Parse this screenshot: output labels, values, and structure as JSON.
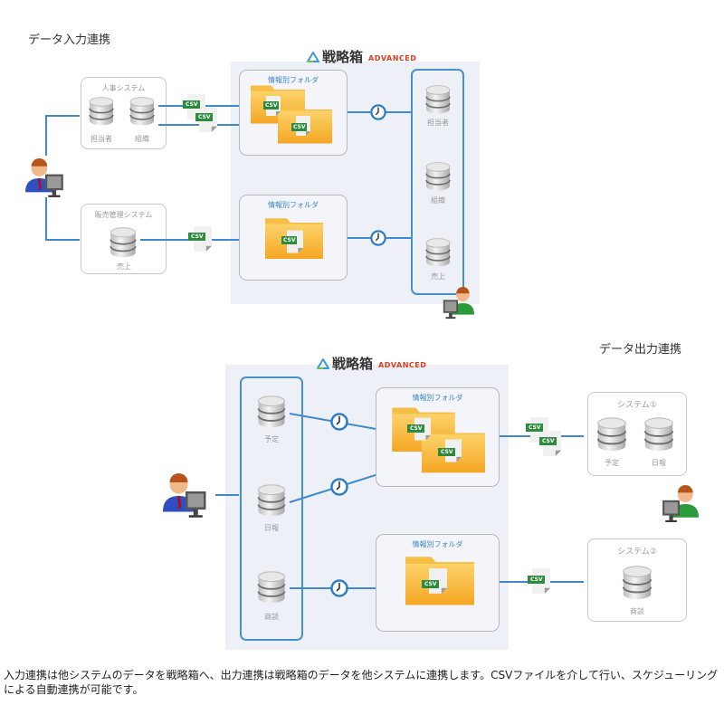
{
  "input_section": {
    "title": "データ入力連携",
    "logo": {
      "name": "戦略箱",
      "edition": "ADVANCED"
    },
    "hr_system": {
      "title": "人事システム",
      "databases": [
        "担当者",
        "組織"
      ]
    },
    "sales_system": {
      "title": "販売管理システム",
      "databases": [
        "売上"
      ]
    },
    "folders": [
      {
        "title": "情報別フォルダ"
      },
      {
        "title": "情報別フォルダ"
      }
    ],
    "target_databases": [
      "担当者",
      "組織",
      "売上"
    ],
    "file_label": "CSV"
  },
  "output_section": {
    "title": "データ出力連携",
    "logo": {
      "name": "戦略箱",
      "edition": "ADVANCED"
    },
    "source_databases": [
      "予定",
      "日報",
      "商談"
    ],
    "folders": [
      {
        "title": "情報別フォルダ"
      },
      {
        "title": "情報別フォルダ"
      }
    ],
    "system1": {
      "title": "システム①",
      "databases": [
        "予定",
        "日報"
      ]
    },
    "system2": {
      "title": "システム②",
      "databases": [
        "商談"
      ]
    },
    "file_label": "CSV"
  },
  "description": "入力連携は他システムのデータを戦略箱へ、出力連携は戦略箱のデータを他システムに連携します。CSVファイルを介して行い、スケジューリングによる自動連携が可能です。",
  "colors": {
    "accent_line": "#3f89cf",
    "folder": "#f8b830",
    "csv_badge": "#2e8b3e",
    "logo_edition": "#e23a1a"
  }
}
